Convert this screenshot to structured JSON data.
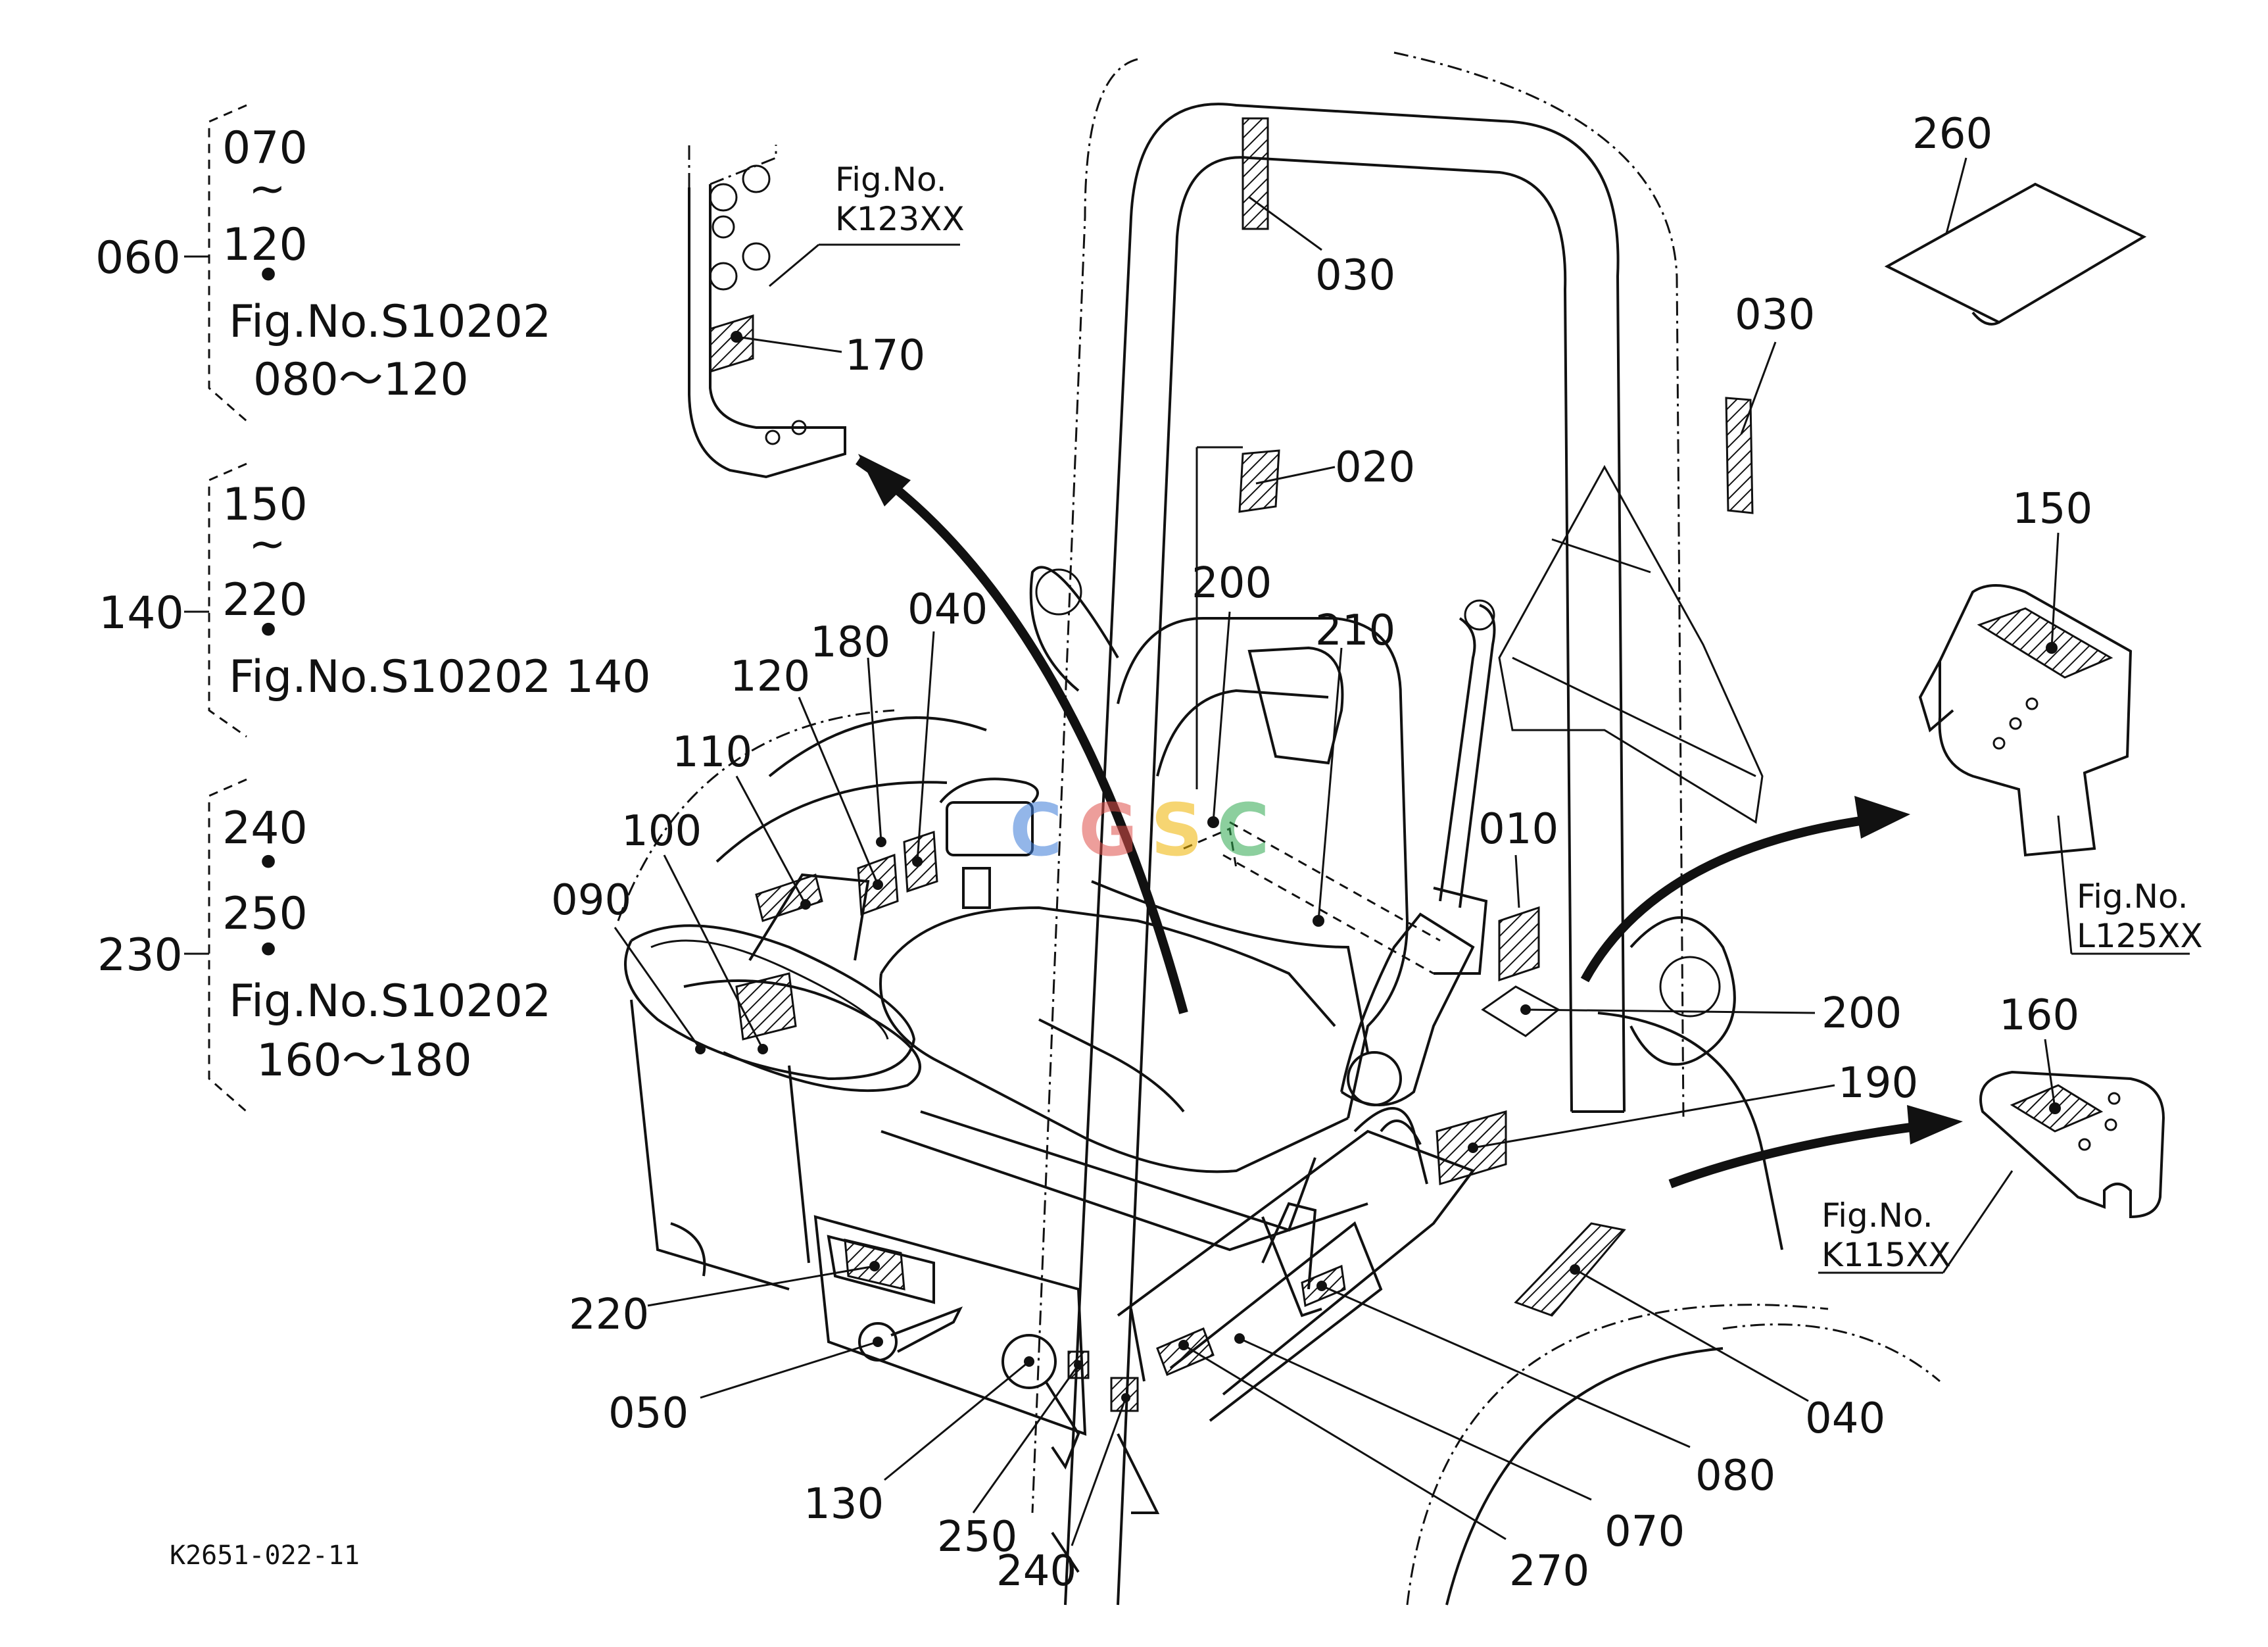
{
  "drawing_code": "K2651-022-11",
  "watermark": "CGSC",
  "legend": {
    "group_060": {
      "id": "060",
      "start": "070",
      "tilde": "~",
      "end": "120",
      "bullet": "•",
      "ref": "Fig.No.S10202",
      "ref_range": "080～120"
    },
    "group_140": {
      "id": "140",
      "start": "150",
      "tilde": "~",
      "end": "220",
      "bullet": "•",
      "ref": "Fig.No.S10202  140"
    },
    "group_230": {
      "id": "230",
      "first": "240",
      "bullet1": "•",
      "second": "250",
      "bullet2": "•",
      "ref": "Fig.No.S10202",
      "ref_range": "160～180"
    }
  },
  "figure_refs": {
    "k123": {
      "line1": "Fig.No.",
      "line2": "K123XX"
    },
    "l125": {
      "line1": "Fig.No.",
      "line2": "L125XX"
    },
    "k115": {
      "line1": "Fig.No.",
      "line2": "K115XX"
    }
  },
  "callouts": {
    "c010": "010",
    "c020": "020",
    "c030a": "030",
    "c030b": "030",
    "c040a": "040",
    "c040b": "040",
    "c050": "050",
    "c070": "070",
    "c080": "080",
    "c090": "090",
    "c100": "100",
    "c110": "110",
    "c120": "120",
    "c130": "130",
    "c150": "150",
    "c160": "160",
    "c170": "170",
    "c180": "180",
    "c190": "190",
    "c200a": "200",
    "c200b": "200",
    "c210": "210",
    "c220": "220",
    "c240": "240",
    "c250": "250",
    "c260": "260",
    "c270": "270"
  },
  "colors": {
    "line": "#111111",
    "background": "#ffffff",
    "wm_blue": "#3b7bd8",
    "wm_red": "#e0504a",
    "wm_yellow": "#f0b400",
    "wm_green": "#2fa84f"
  }
}
